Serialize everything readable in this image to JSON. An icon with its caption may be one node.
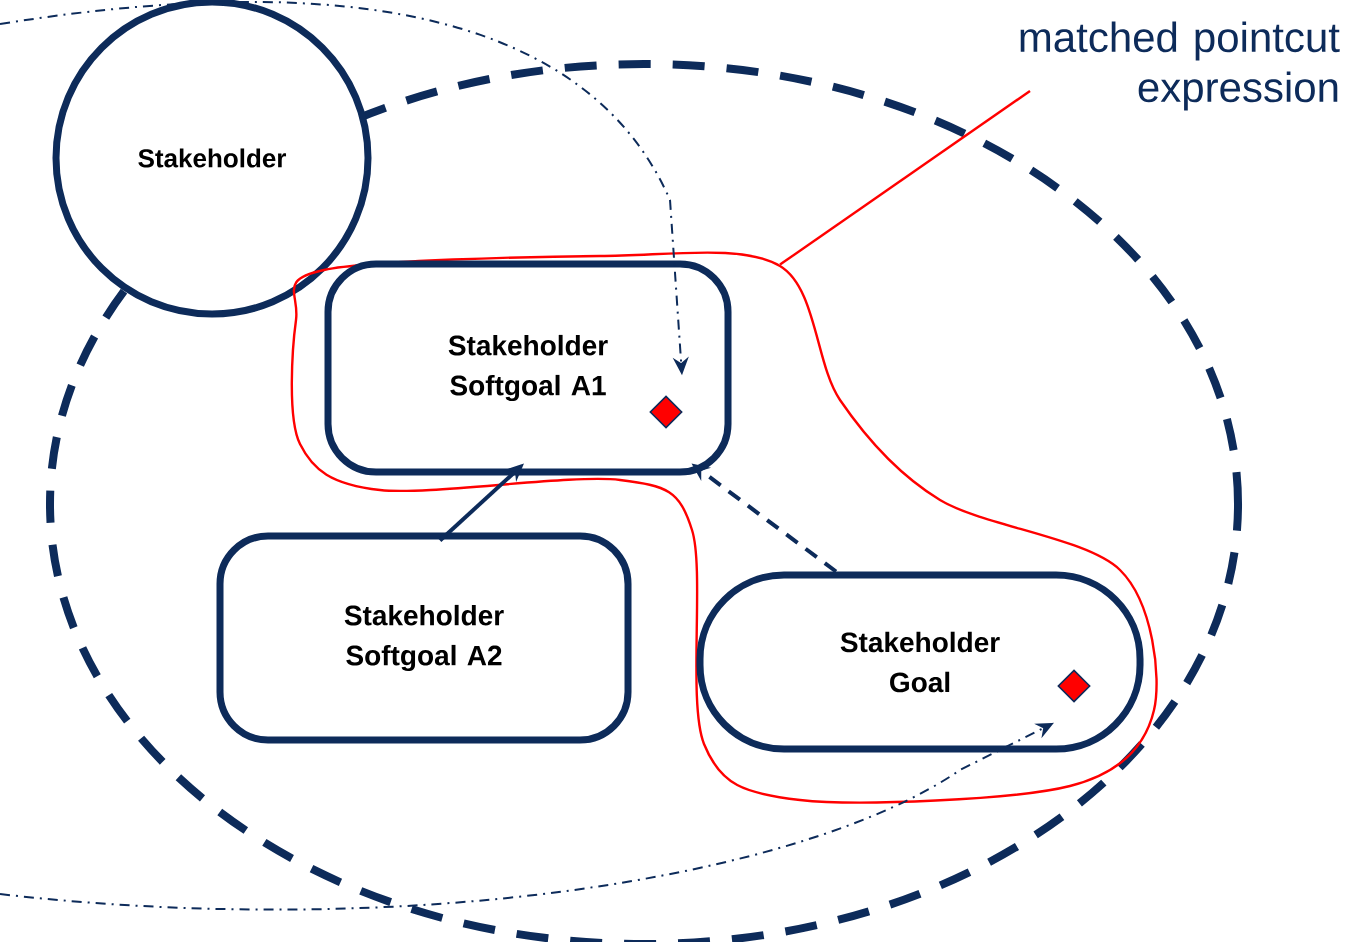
{
  "diagram": {
    "nodes": [
      {
        "text": [],
        "shape": "ellipse"
      },
      {
        "text": [
          "Stakeholder"
        ]
      },
      {
        "text": [],
        "shape": "blob",
        "in": 0
      },
      {
        "text": [
          "Stakeholder Softgoal A1"
        ],
        "in": 2
      },
      {
        "text": [],
        "shape": "diamond",
        "in": 3
      },
      {
        "text": [
          "Stakeholder Softgoal A2"
        ],
        "in": 0
      },
      {
        "text": [
          "Stakeholder Goal"
        ],
        "in": 2
      },
      {
        "text": [],
        "shape": "diamond",
        "in": 6
      },
      {
        "text": [
          "matched pointcut expression"
        ]
      }
    ],
    "edges": [
      {
        "from": 5,
        "to": 3,
        "arrow": "to"
      },
      {
        "from": 6,
        "to": 3,
        "arrow": "to",
        "style": "dashed"
      },
      {
        "from": null,
        "to": 4,
        "arrow": "to",
        "style": "dashed"
      },
      {
        "from": null,
        "to": 7,
        "arrow": "to",
        "style": "dashed"
      },
      {
        "from": 8,
        "to": 2,
        "arrow": "none",
        "color": "#ff0000"
      }
    ]
  }
}
